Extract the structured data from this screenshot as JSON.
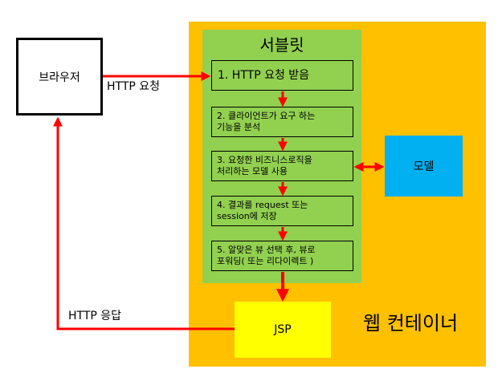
{
  "browser": {
    "label": "브라우저"
  },
  "container": {
    "label": "웹 컨테이너"
  },
  "servlet": {
    "title": "서블릿",
    "steps": [
      {
        "line1": "1. HTTP 요청 받음",
        "line2": ""
      },
      {
        "line1": "2. 클라이언트가 요구 하는",
        "line2": "기능을 분석"
      },
      {
        "line1": "3. 요청한 비즈니스로직을",
        "line2": "처리하는 모델 사용"
      },
      {
        "line1": "4. 결과를 request 또는",
        "line2": "session에 저장"
      },
      {
        "line1": "5. 알맞은 뷰 선택 후, 뷰로",
        "line2": "포워딩( 또는 리다이렉트 )"
      }
    ]
  },
  "model": {
    "label": "모델"
  },
  "jsp": {
    "label": "JSP"
  },
  "edges": {
    "request": "HTTP 요청",
    "response": "HTTP 응답"
  },
  "colors": {
    "container": "#ffc000",
    "servlet": "#92d050",
    "model": "#00b0f0",
    "jsp": "#ffff00",
    "arrow": "#ff0000"
  }
}
